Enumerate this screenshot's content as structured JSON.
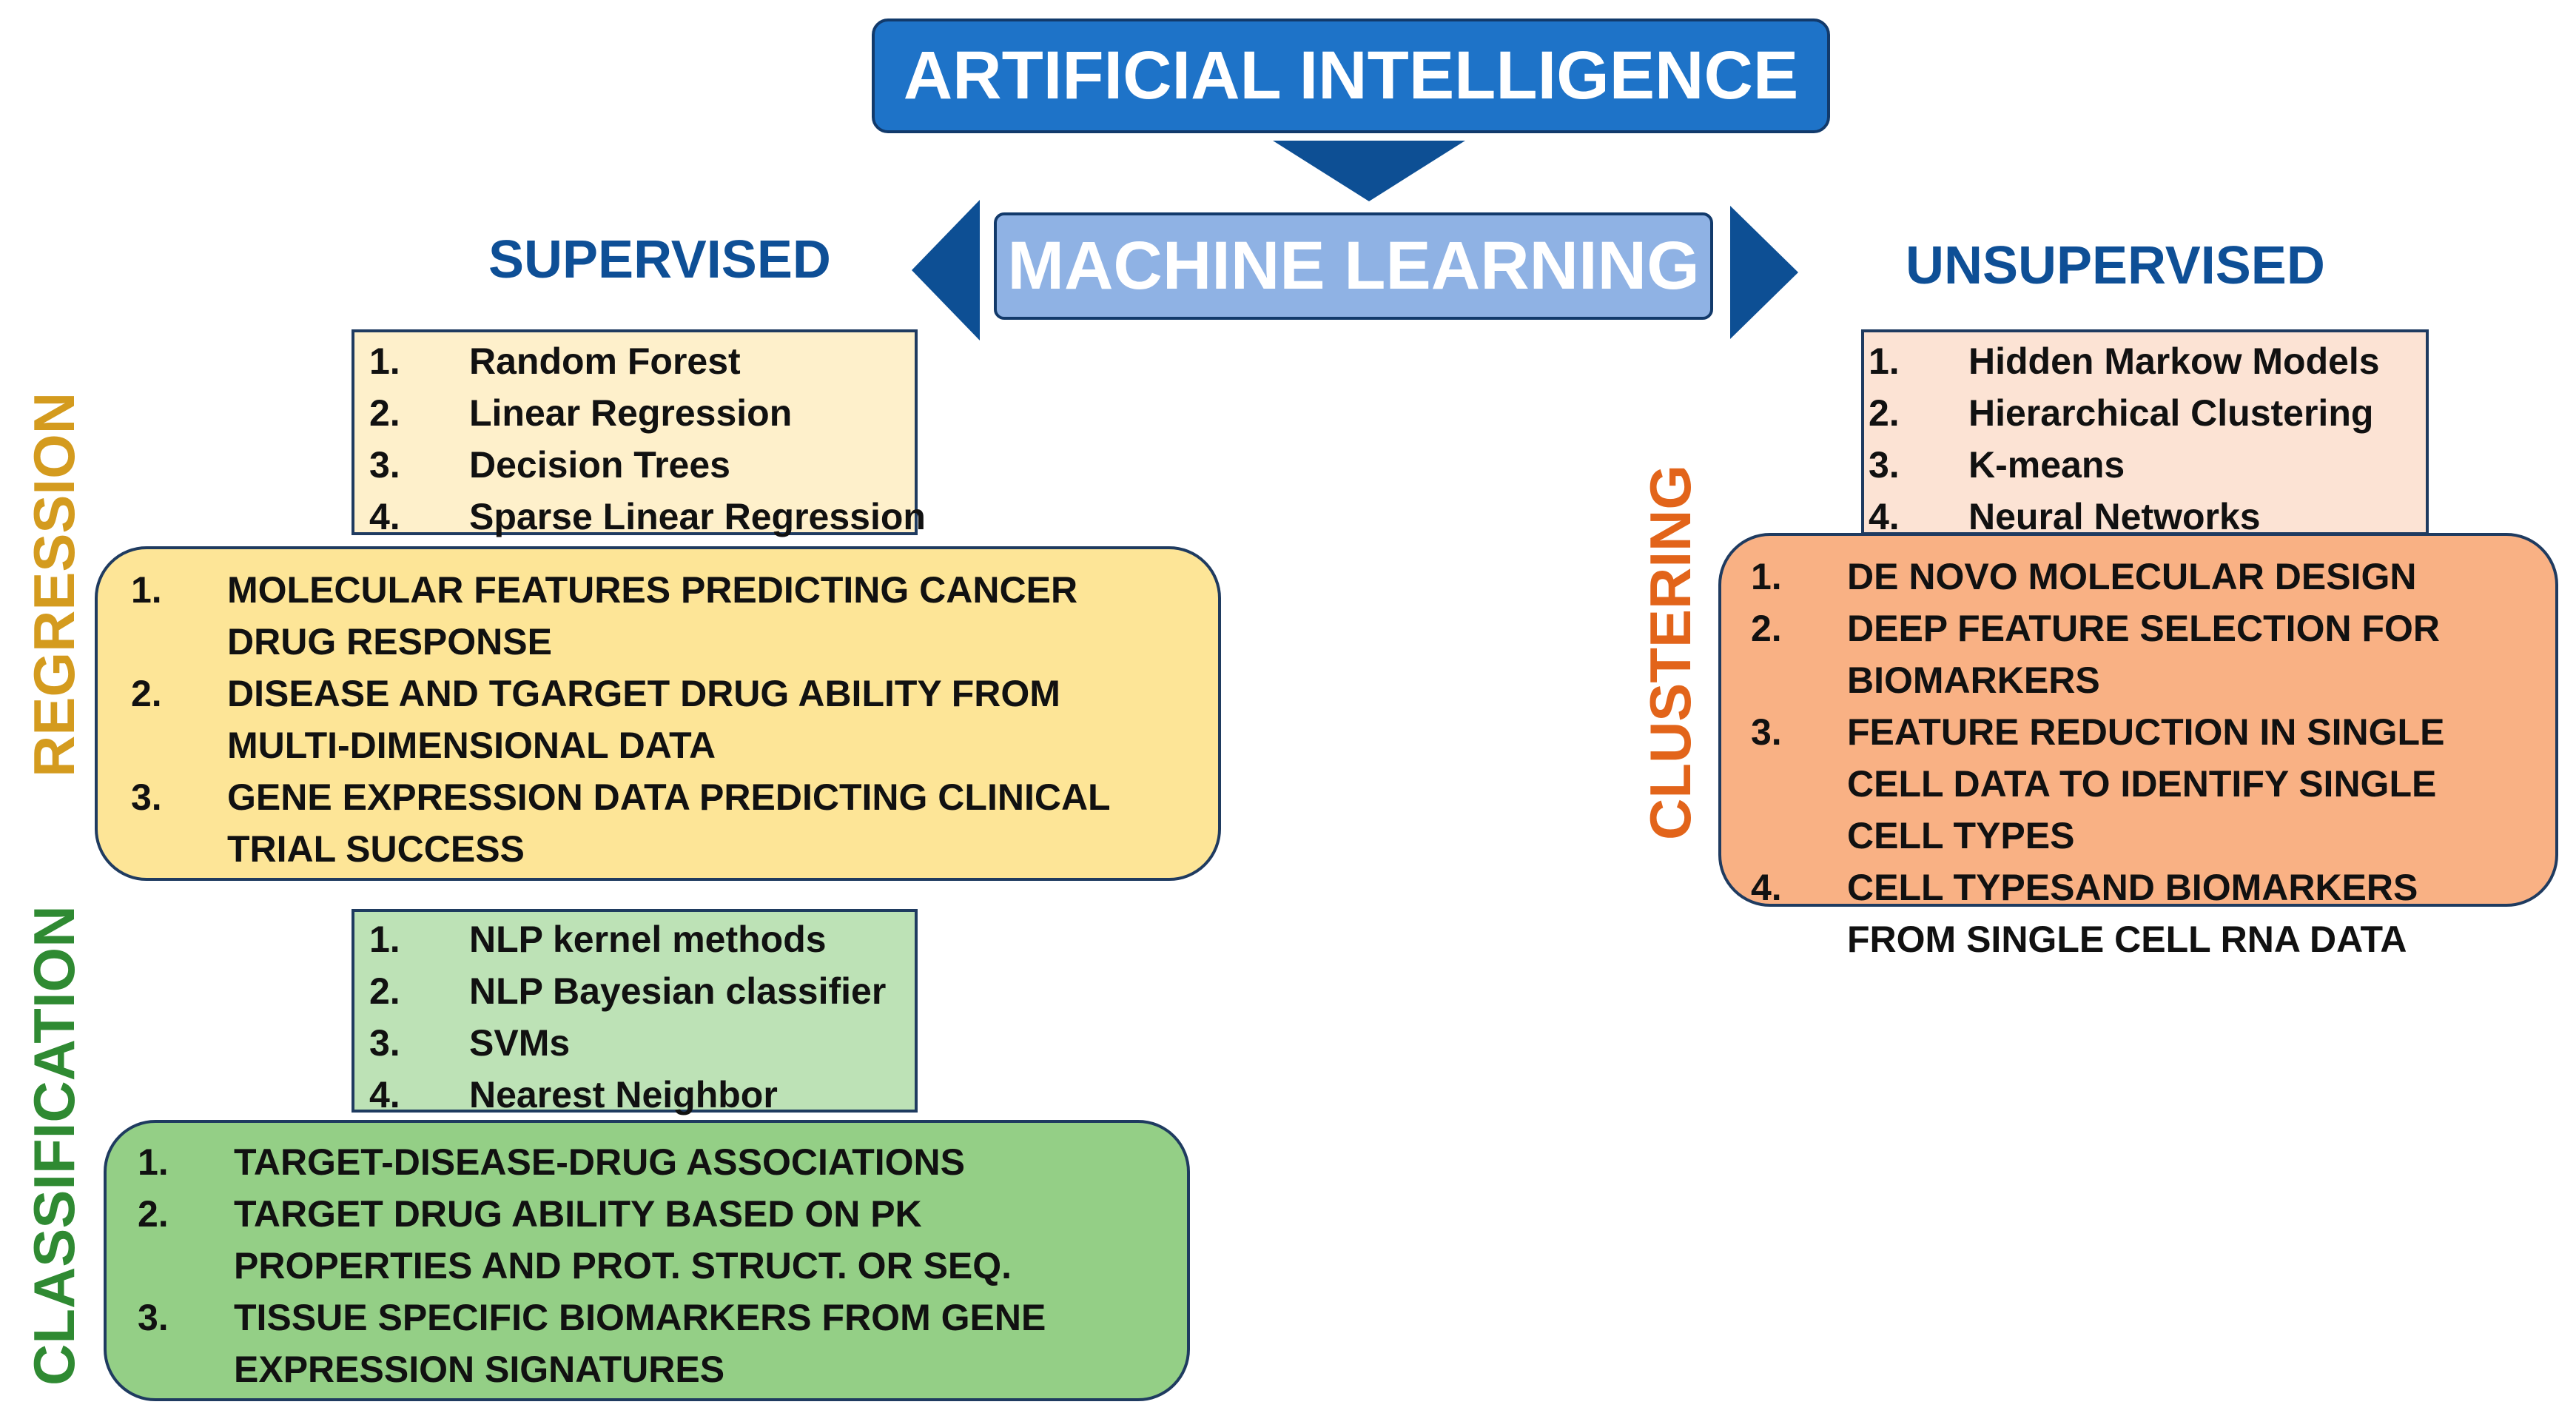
{
  "top": {
    "title": "ARTIFICIAL INTELLIGENCE"
  },
  "center": {
    "title": "MACHINE LEARNING"
  },
  "supervised": {
    "heading": "SUPERVISED",
    "regression": {
      "label": "REGRESSION",
      "methods": [
        {
          "num": "1.",
          "text": "Random Forest"
        },
        {
          "num": "2.",
          "text": "Linear Regression"
        },
        {
          "num": "3.",
          "text": "Decision Trees"
        },
        {
          "num": "4.",
          "text": "Sparse Linear Regression"
        }
      ],
      "applications": [
        {
          "num": "1.",
          "text": "MOLECULAR FEATURES PREDICTING CANCER DRUG RESPONSE"
        },
        {
          "num": "2.",
          "text": "DISEASE AND TGARGET DRUG ABILITY FROM MULTI-DIMENSIONAL DATA"
        },
        {
          "num": "3.",
          "text": "GENE EXPRESSION DATA PREDICTING CLINICAL TRIAL SUCCESS"
        }
      ]
    },
    "classification": {
      "label": "CLASSIFICATION",
      "methods": [
        {
          "num": "1.",
          "text": "NLP kernel methods"
        },
        {
          "num": "2.",
          "text": "NLP Bayesian classifier"
        },
        {
          "num": "3.",
          "text": "SVMs"
        },
        {
          "num": "4.",
          "text": "Nearest Neighbor"
        }
      ],
      "applications": [
        {
          "num": "1.",
          "text": "TARGET-DISEASE-DRUG ASSOCIATIONS"
        },
        {
          "num": "2.",
          "text": "TARGET DRUG ABILITY BASED ON PK PROPERTIES AND PROT. STRUCT. OR SEQ."
        },
        {
          "num": "3.",
          "text": "TISSUE SPECIFIC BIOMARKERS FROM GENE EXPRESSION SIGNATURES"
        }
      ]
    }
  },
  "unsupervised": {
    "heading": "UNSUPERVISED",
    "clustering": {
      "label": "CLUSTERING",
      "methods": [
        {
          "num": "1.",
          "text": "Hidden Markow Models"
        },
        {
          "num": "2.",
          "text": "Hierarchical Clustering"
        },
        {
          "num": "3.",
          "text": "K-means"
        },
        {
          "num": "4.",
          "text": "Neural Networks"
        }
      ],
      "applications": [
        {
          "num": "1.",
          "text": "DE NOVO MOLECULAR DESIGN"
        },
        {
          "num": "2.",
          "text": "DEEP FEATURE SELECTION FOR BIOMARKERS"
        },
        {
          "num": "3.",
          "text": "FEATURE REDUCTION IN SINGLE CELL DATA TO IDENTIFY SINGLE CELL TYPES"
        },
        {
          "num": "4.",
          "text": "CELL TYPESAND BIOMARKERS FROM SINGLE CELL RNA DATA"
        }
      ]
    }
  },
  "colors": {
    "ai_box": "#1e73c8",
    "ml_box": "#8fb2e4",
    "arrow": "#0d4f94",
    "heading": "#0e4f96",
    "regression_label": "#d49b1e",
    "classification_label": "#2f8a32",
    "clustering_label": "#e2641a",
    "regression_methods_bg": "#fef0cb",
    "regression_apps_bg": "#fde597",
    "classification_methods_bg": "#bde2b6",
    "classification_apps_bg": "#94cf86",
    "clustering_methods_bg": "#fce3d4",
    "clustering_apps_bg": "#f9b184"
  }
}
